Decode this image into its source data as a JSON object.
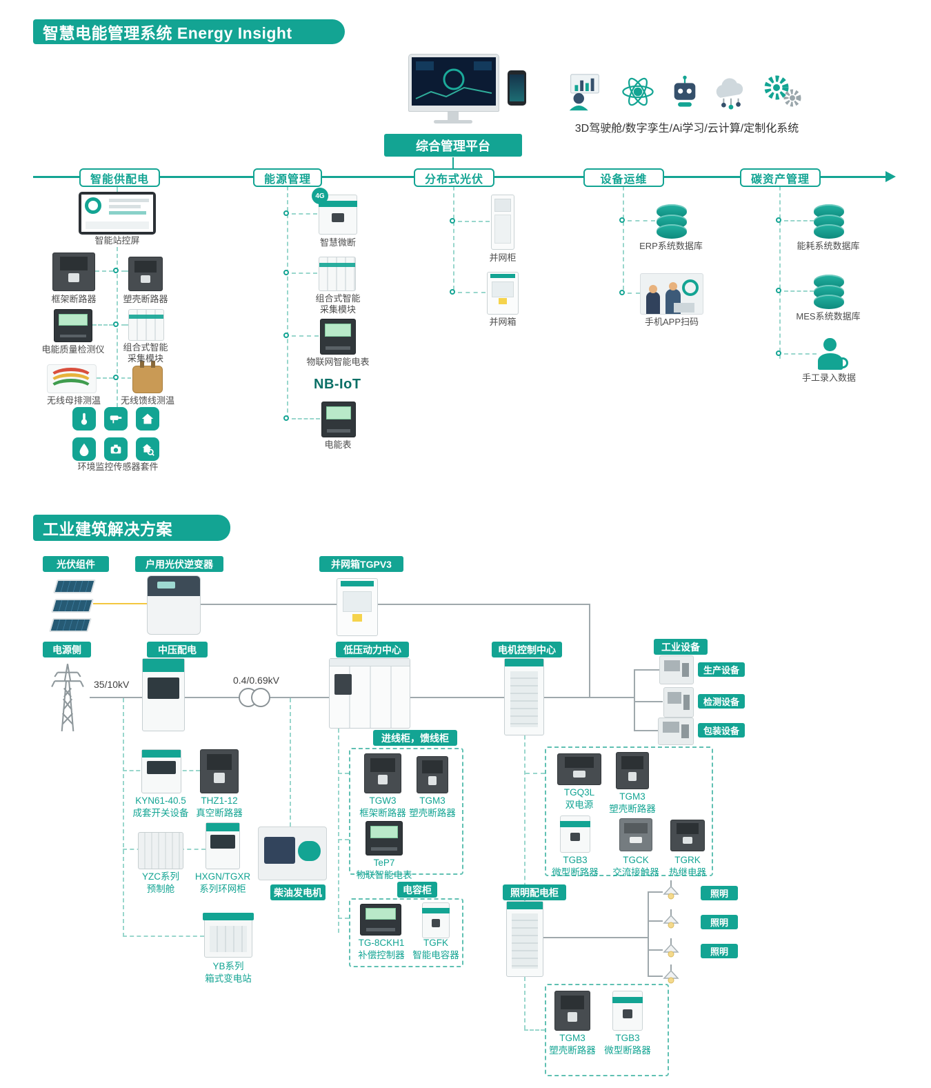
{
  "section1": {
    "title": "智慧电能管理系统 Energy  Insight",
    "platform": "综合管理平台",
    "features_caption": "3D驾驶舱/数字孪生/Ai学习/云计算/定制化系统",
    "branches": {
      "power": "智能供配电",
      "energy": "能源管理",
      "pv": "分布式光伏",
      "om": "设备运维",
      "carbon": "碳资产管理"
    },
    "power_items": {
      "screen": "智能站控屏",
      "frame_breaker": "框架断路器",
      "mccb": "塑壳断路器",
      "pq_meter": "电能质量检测仪",
      "combo_line1": "组合式智能",
      "combo_line2": "采集模块",
      "busbar_temp": "无线母排测温",
      "feeder_temp": "无线馈线测温",
      "env_kit": "环境监控传感器套件"
    },
    "energy_items": {
      "smart_mcb": "智慧微断",
      "badge_4g": "4G",
      "combo_line1": "组合式智能",
      "combo_line2": "采集模块",
      "iot_meter": "物联网智能电表",
      "nb_iot": "NB-IoT",
      "meter": "电能表"
    },
    "pv_items": {
      "cabinet": "并网柜",
      "box": "并网箱"
    },
    "om_items": {
      "erp": "ERP系统数据库",
      "app_scan": "手机APP扫码"
    },
    "carbon_items": {
      "energy_db": "能耗系统数据库",
      "mes_db": "MES系统数据库",
      "manual": "手工录入数据"
    }
  },
  "section2": {
    "title": "工业建筑解决方案",
    "labels": {
      "pv": "光伏组件",
      "inverter": "户用光伏逆变器",
      "grid_box": "并网箱TGPV3",
      "source": "电源侧",
      "mv": "中压配电",
      "lv": "低压动力中心",
      "mcc": "电机控制中心",
      "industry": "工业设备",
      "prod": "生产设备",
      "test": "检测设备",
      "pack": "包装设备",
      "incoming": "进线柜，馈线柜",
      "cap": "电容柜",
      "diesel": "柴油发电机",
      "lighting_cab": "照明配电柜",
      "lighting": "照明"
    },
    "voltages": {
      "hv": "35/10kV",
      "lv": "0.4/0.69kV"
    },
    "products": {
      "kyn": {
        "m": "KYN61-40.5",
        "n": "成套开关设备"
      },
      "thz": {
        "m": "THZ1-12",
        "n": "真空断路器"
      },
      "yzc": {
        "m": "YZC系列",
        "n": "预制舱"
      },
      "hxgn": {
        "m": "HXGN/TGXR",
        "n": "系列环网柜"
      },
      "yb": {
        "m": "YB系列",
        "n": "箱式变电站"
      },
      "tgw3": {
        "m": "TGW3",
        "n": "框架断路器"
      },
      "tgm3_in": {
        "m": "TGM3",
        "n": "塑壳断路器"
      },
      "tep7": {
        "m": "TeP7",
        "n": "物联智能电表"
      },
      "tg8ckh1": {
        "m": "TG-8CKH1",
        "n": "补偿控制器"
      },
      "tgfk": {
        "m": "TGFK",
        "n": "智能电容器"
      },
      "tgq3l": {
        "m": "TGQ3L",
        "n": "双电源"
      },
      "tgm3_mcc": {
        "m": "TGM3",
        "n": "塑壳断路器"
      },
      "tgb3_mcc": {
        "m": "TGB3",
        "n": "微型断路器"
      },
      "tgck": {
        "m": "TGCK",
        "n": "交流接触器"
      },
      "tgrk": {
        "m": "TGRK",
        "n": "热继电器"
      },
      "tgm3_light": {
        "m": "TGM3",
        "n": "塑壳断路器"
      },
      "tgb3_light": {
        "m": "TGB3",
        "n": "微型断路器"
      }
    }
  }
}
